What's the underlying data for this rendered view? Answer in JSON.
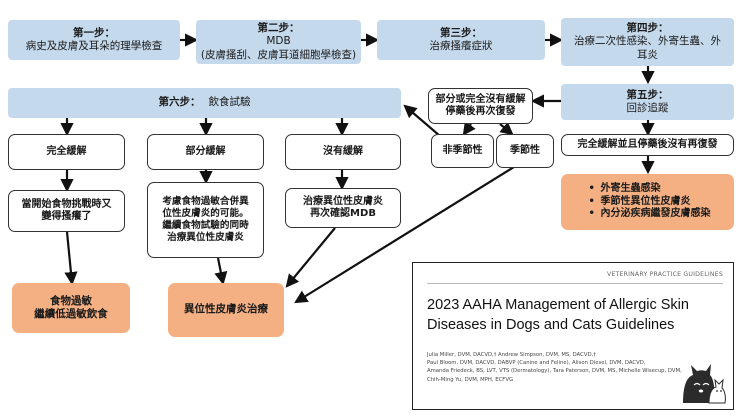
{
  "steps": {
    "s1": {
      "title": "第一步：",
      "desc": "病史及皮膚及耳朵的理學檢查"
    },
    "s2": {
      "title": "第二步：",
      "desc1": "MDB",
      "desc2": "(皮膚搔刮、皮膚耳道細胞學檢查)"
    },
    "s3": {
      "title": "第三步：",
      "desc": "治療搔癢症狀"
    },
    "s4": {
      "title": "第四步：",
      "desc1": "治療二次性感染、外寄生蟲、外",
      "desc2": "耳炎"
    },
    "s5": {
      "title": "第五步：",
      "desc": "回診追蹤"
    },
    "s6": {
      "title": "第六步：",
      "desc": "飲食試驗"
    }
  },
  "decision": {
    "line1": "部分或完全沒有緩解",
    "line2": "停藥後再次復發"
  },
  "non_seasonal": "非季節性",
  "seasonal": "季節性",
  "full_remission_no_relapse": "完全緩解並且停藥後沒有再復發",
  "causes": [
    "外寄生蟲感染",
    "季節性異位性皮膚炎",
    "內分泌疾病繼發皮膚感染"
  ],
  "outcomes": {
    "complete": "完全緩解",
    "partial": "部分緩解",
    "none": "沒有緩解"
  },
  "complete_next": {
    "line1": "當開始食物挑戰時又",
    "line2": "變得搔癢了"
  },
  "partial_next": {
    "line1": "考慮食物過敏合併異",
    "line2": "位性皮膚炎的可能。",
    "line3": "繼續食物試驗的同時",
    "line4": "治療異位性皮膚炎"
  },
  "none_next": {
    "line1": "治療異位性皮膚炎",
    "line2": "再次確認MDB"
  },
  "food_allergy": {
    "line1": "食物過敏",
    "line2": "繼續低過敏飲食"
  },
  "ad_treatment": "異位性皮膚炎治療",
  "paper": {
    "journal": "VETERINARY PRACTICE GUIDELINES",
    "title": "2023 AAHA Management of Allergic Skin Diseases in Dogs and Cats Guidelines",
    "authors_line1": "Julia Miller, DVM, DACVD,† Andrew Simpson, DVM, MS, DACVD,†",
    "authors_line2": "Paul Bloom, DVM, DACVD, DABVP (Canine and Feline), Alison Diesel, DVM, DACVD,",
    "authors_line3": "Amanda Friedeck, BS, LVT, VTS (Dermatology), Tara Paterson, DVM, MS, Michelle Wisecup, DVM,",
    "authors_line4": "Chih-Ming Yu, DVM, MPH, ECFVG"
  },
  "colors": {
    "step_blue": "#c5d9ec",
    "result_orange": "#f4b083",
    "arrow": "#111111"
  }
}
